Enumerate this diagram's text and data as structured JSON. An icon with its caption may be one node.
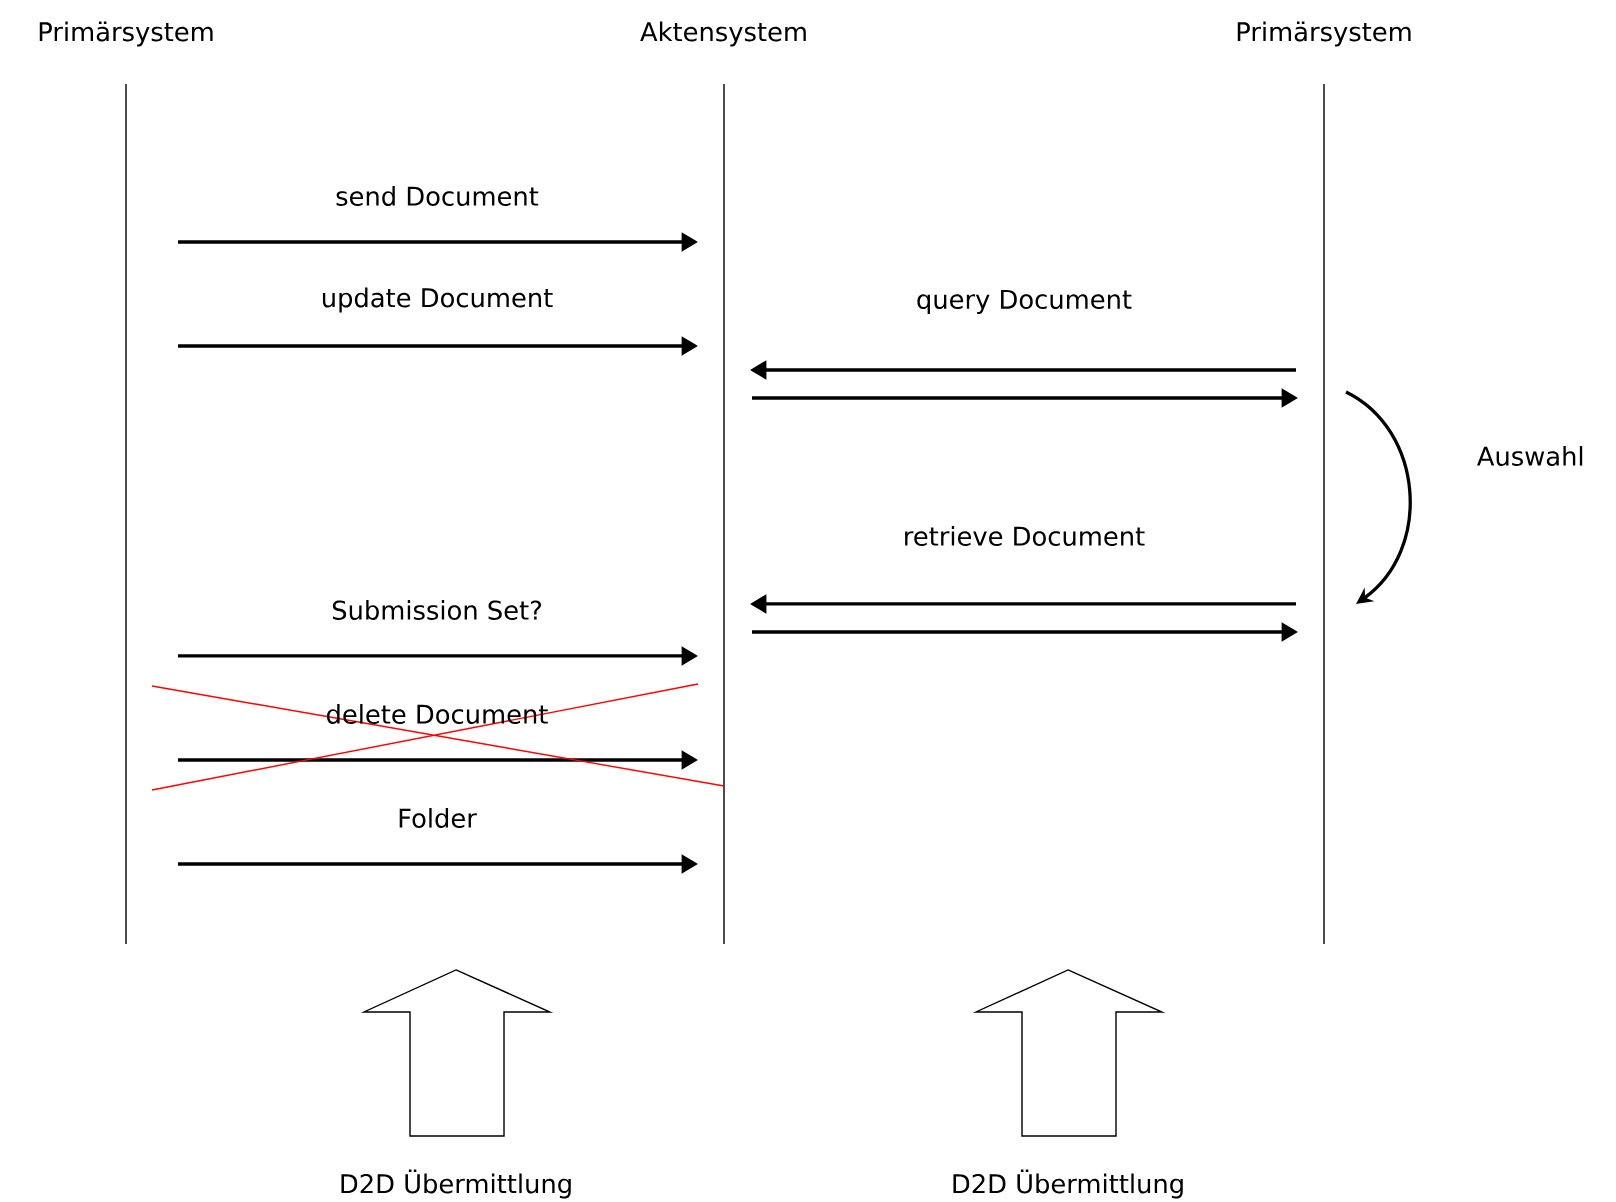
{
  "diagram": {
    "nodes": [
      {
        "text": [
          "Primärsystem"
        ]
      },
      {
        "text": [
          "Aktensystem"
        ]
      },
      {
        "text": [
          "Primärsystem"
        ]
      },
      {
        "text": [
          "D2D Übermittlung"
        ]
      },
      {
        "text": [
          "D2D Übermittlung"
        ]
      }
    ],
    "edges": [
      {
        "from": 0,
        "to": 1,
        "arrow": "to",
        "label": "send Document"
      },
      {
        "from": 0,
        "to": 1,
        "arrow": "to",
        "label": "update Document"
      },
      {
        "from": 2,
        "to": 1,
        "arrow": "to",
        "label": "query Document"
      },
      {
        "from": 1,
        "to": 2,
        "arrow": "to"
      },
      {
        "from": 2,
        "to": 1,
        "arrow": "to",
        "label": "retrieve Document"
      },
      {
        "from": 1,
        "to": 2,
        "arrow": "to"
      },
      {
        "from": 0,
        "to": 1,
        "arrow": "to",
        "label": "Submission Set?"
      },
      {
        "from": 0,
        "to": 1,
        "arrow": "to",
        "label": "delete Document"
      },
      {
        "from": 0,
        "to": 1,
        "arrow": "to",
        "label": "Folder"
      }
    ],
    "labels": [
      "Auswahl"
    ]
  }
}
